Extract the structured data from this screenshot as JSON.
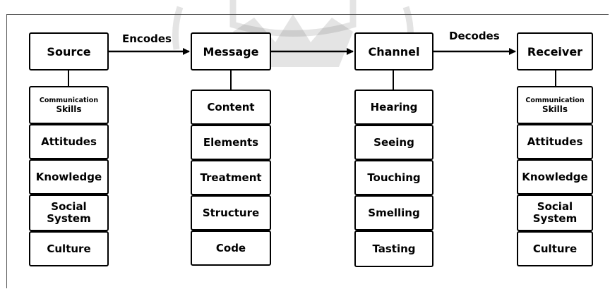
{
  "source": {
    "title": "Source",
    "items": [
      {
        "line1": "Communication",
        "line2": "Skills"
      },
      "Attitudes",
      "Knowledge",
      {
        "line1": "Social",
        "line2": "System"
      },
      "Culture"
    ]
  },
  "message": {
    "title": "Message",
    "items": [
      "Content",
      "Elements",
      "Treatment",
      "Structure",
      "Code"
    ]
  },
  "channel": {
    "title": "Channel",
    "items": [
      "Hearing",
      "Seeing",
      "Touching",
      "Smelling",
      "Tasting"
    ]
  },
  "receiver": {
    "title": "Receiver",
    "items": [
      {
        "line1": "Communication",
        "line2": "Skills"
      },
      "Attitudes",
      "Knowledge",
      {
        "line1": "Social",
        "line2": "System"
      },
      "Culture"
    ]
  },
  "arrows": {
    "encodes": "Encodes",
    "decodes": "Decodes"
  }
}
